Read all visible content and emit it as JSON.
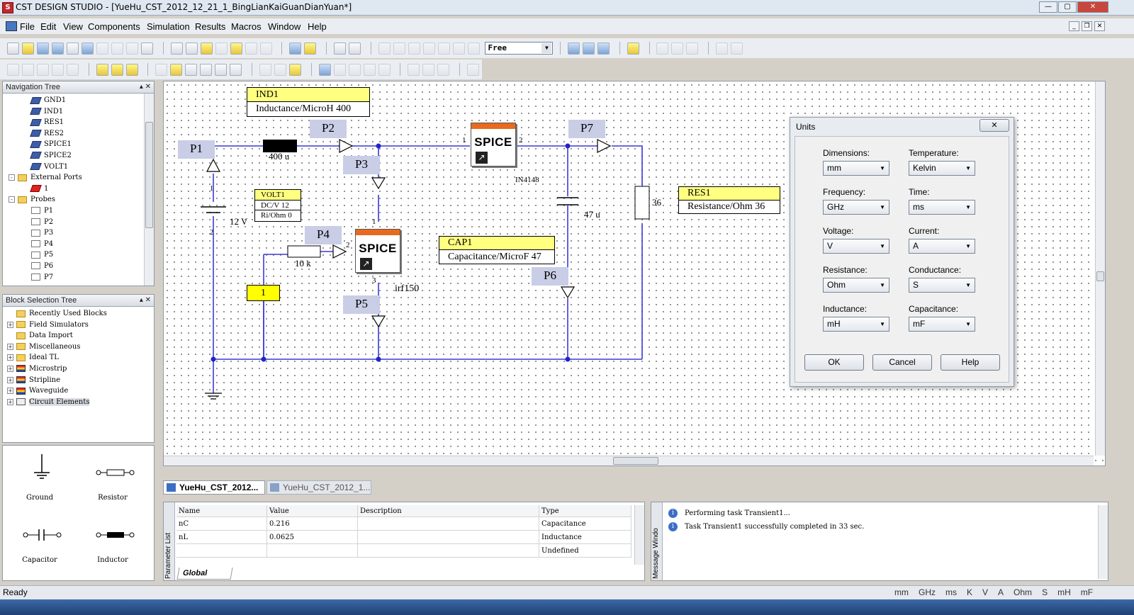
{
  "window": {
    "title": "CST DESIGN STUDIO - [YueHu_CST_2012_12_21_1_BingLianKaiGuanDianYuan*]",
    "app_icon": "S"
  },
  "menu": [
    "File",
    "Edit",
    "View",
    "Components",
    "Simulation",
    "Results",
    "Macros",
    "Window",
    "Help"
  ],
  "toolbar": {
    "mode_select": "Free"
  },
  "navigation_tree": {
    "title": "Navigation Tree",
    "items": [
      {
        "label": "GND1",
        "icon": "block-icon",
        "indent": 2
      },
      {
        "label": "IND1",
        "icon": "block-icon",
        "indent": 2
      },
      {
        "label": "RES1",
        "icon": "block-icon",
        "indent": 2
      },
      {
        "label": "RES2",
        "icon": "block-icon",
        "indent": 2
      },
      {
        "label": "SPICE1",
        "icon": "block-icon",
        "indent": 2
      },
      {
        "label": "SPICE2",
        "icon": "block-icon",
        "indent": 2
      },
      {
        "label": "VOLT1",
        "icon": "block-icon",
        "indent": 2
      },
      {
        "label": "External Ports",
        "icon": "folder-icon",
        "indent": 0,
        "expand": "-"
      },
      {
        "label": "1",
        "icon": "port-icon",
        "indent": 2
      },
      {
        "label": "Probes",
        "icon": "folder-icon",
        "indent": 0,
        "expand": "-"
      },
      {
        "label": "P1",
        "icon": "probe-icon",
        "indent": 2
      },
      {
        "label": "P2",
        "icon": "probe-icon",
        "indent": 2
      },
      {
        "label": "P3",
        "icon": "probe-icon",
        "indent": 2
      },
      {
        "label": "P4",
        "icon": "probe-icon",
        "indent": 2
      },
      {
        "label": "P5",
        "icon": "probe-icon",
        "indent": 2
      },
      {
        "label": "P6",
        "icon": "probe-icon",
        "indent": 2
      },
      {
        "label": "P7",
        "icon": "probe-icon",
        "indent": 2
      }
    ]
  },
  "block_selection_tree": {
    "title": "Block Selection Tree",
    "items": [
      {
        "label": "Recently Used Blocks",
        "icon": "folder-icon",
        "expand": ""
      },
      {
        "label": "Field Simulators",
        "icon": "folder-icon",
        "expand": "+"
      },
      {
        "label": "Data Import",
        "icon": "folder-icon",
        "expand": ""
      },
      {
        "label": "Miscellaneous",
        "icon": "folder-icon",
        "expand": "+"
      },
      {
        "label": "Ideal TL",
        "icon": "folder-icon",
        "expand": "+"
      },
      {
        "label": "Microstrip",
        "icon": "multi-icon",
        "expand": "+"
      },
      {
        "label": "Stripline",
        "icon": "multi-icon",
        "expand": "+"
      },
      {
        "label": "Waveguide",
        "icon": "multi-icon",
        "expand": "+"
      },
      {
        "label": "Circuit Elements",
        "icon": "circuit-icon",
        "expand": "+"
      }
    ]
  },
  "block_palette": [
    {
      "label": "Ground",
      "icon": "ground-icon"
    },
    {
      "label": "Resistor",
      "icon": "resistor-icon"
    },
    {
      "label": "Capacitor",
      "icon": "capacitor-icon"
    },
    {
      "label": "Inductor",
      "icon": "inductor-icon"
    }
  ],
  "schematic": {
    "ports": [
      "P1",
      "P2",
      "P3",
      "P4",
      "P5",
      "P6",
      "P7"
    ],
    "ind1": {
      "name": "IND1",
      "param": "Inductance/MicroH 400",
      "value_label": "400 u"
    },
    "volt1": {
      "name": "VOLT1",
      "rows": [
        "DC/V  12",
        "Ri/Ohm 0"
      ],
      "value_label": "12 V"
    },
    "cap1": {
      "name": "CAP1",
      "param": "Capacitance/MicroF 47",
      "value_label": "47 u"
    },
    "res1": {
      "name": "RES1",
      "param": "Resistance/Ohm  36",
      "value_label": "36"
    },
    "res2": {
      "value_label": "10 k"
    },
    "spice1": {
      "text": "SPICE",
      "model": "IN4148",
      "pin_left": "1",
      "pin_right": "2"
    },
    "spice2": {
      "text": "SPICE",
      "model": "irf150",
      "pin_top": "1",
      "pin_left": "2",
      "pin_bottom": "3"
    },
    "ext_port": "1",
    "volt_pins": [
      "1",
      "2"
    ]
  },
  "units_dialog": {
    "title": "Units",
    "close": "✕",
    "fields": [
      {
        "label": "Dimensions:",
        "value": "mm"
      },
      {
        "label": "Temperature:",
        "value": "Kelvin"
      },
      {
        "label": "Frequency:",
        "value": "GHz"
      },
      {
        "label": "Time:",
        "value": "ms"
      },
      {
        "label": "Voltage:",
        "value": "V"
      },
      {
        "label": "Current:",
        "value": "A"
      },
      {
        "label": "Resistance:",
        "value": "Ohm"
      },
      {
        "label": "Conductance:",
        "value": "S"
      },
      {
        "label": "Inductance:",
        "value": "mH"
      },
      {
        "label": "Capacitance:",
        "value": "mF"
      }
    ],
    "buttons": {
      "ok": "OK",
      "cancel": "Cancel",
      "help": "Help"
    }
  },
  "doc_tabs": [
    {
      "label": "YueHu_CST_2012...",
      "active": true
    },
    {
      "label": "YueHu_CST_2012_1...",
      "active": false
    }
  ],
  "parameter_list": {
    "side_label": "Parameter List",
    "columns": [
      "Name",
      "Value",
      "Description",
      "Type"
    ],
    "rows": [
      [
        "nC",
        "0.216",
        "",
        "Capacitance"
      ],
      [
        "nL",
        "0.0625",
        "",
        "Inductance"
      ],
      [
        "",
        "",
        "",
        "Undefined"
      ]
    ],
    "tab": "Global"
  },
  "message_window": {
    "side_label": "Message Windo",
    "rows": [
      "Performing task Transient1...",
      "Task Transient1 successfully completed in 33 sec."
    ]
  },
  "status": {
    "text": "Ready",
    "units": [
      "mm",
      "GHz",
      "ms",
      "K",
      "V",
      "A",
      "Ohm",
      "S",
      "mH",
      "mF"
    ]
  }
}
